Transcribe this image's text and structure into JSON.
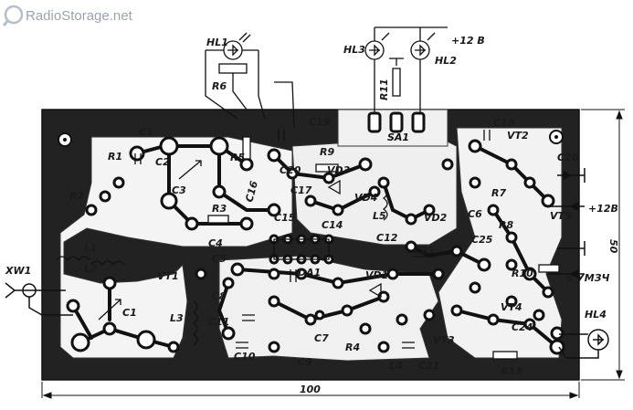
{
  "watermark": {
    "text": "RadioStorage.net",
    "icon": "wrench-logo-icon"
  },
  "dimensions": {
    "width_label": "100",
    "height_label": "50"
  },
  "labels": {
    "HL1": "HL1",
    "R6": "R6",
    "HL3": "HL3",
    "HL2": "HL2",
    "supply_top": "+12 В",
    "R11": "R11",
    "SA1": "SA1",
    "C19": "C19",
    "C18": "C18",
    "C1_top": "C1",
    "R1": "R1",
    "R5": "R5",
    "R9": "R9",
    "VT2": "VT2",
    "C26": "C26",
    "C20": "C20",
    "VD3": "VD3",
    "C2": "C2",
    "R2": "R2",
    "C3": "C3",
    "C16": "C16",
    "C17": "C17",
    "VD4": "VD4",
    "R3": "R3",
    "C15": "C15",
    "L5": "L5",
    "VD2": "VD2",
    "R7": "R7",
    "C6": "C6",
    "R8": "R8",
    "VT5": "VT5",
    "supply_right": "+12В",
    "C4": "C4",
    "C14": "C14",
    "C12": "C12",
    "C5": "C5",
    "C25": "C25",
    "L1": "L1",
    "L2": "L2",
    "XW1": "XW1",
    "DA1": "DA1",
    "C23": "C23",
    "VD1": "VD1",
    "R10": "R10",
    "umzch": "к УМЗЧ",
    "VT1": "VT1",
    "C8": "C8",
    "VT4": "VT4",
    "C24": "C24",
    "C1_bottom": "C1",
    "L3": "L3",
    "C11": "C11",
    "HL4": "HL4",
    "C7": "C7",
    "R4": "R4",
    "VT3": "VT3",
    "C10": "C10",
    "C9": "C9",
    "L4": "L4",
    "C21": "C21",
    "R13": "R13"
  }
}
